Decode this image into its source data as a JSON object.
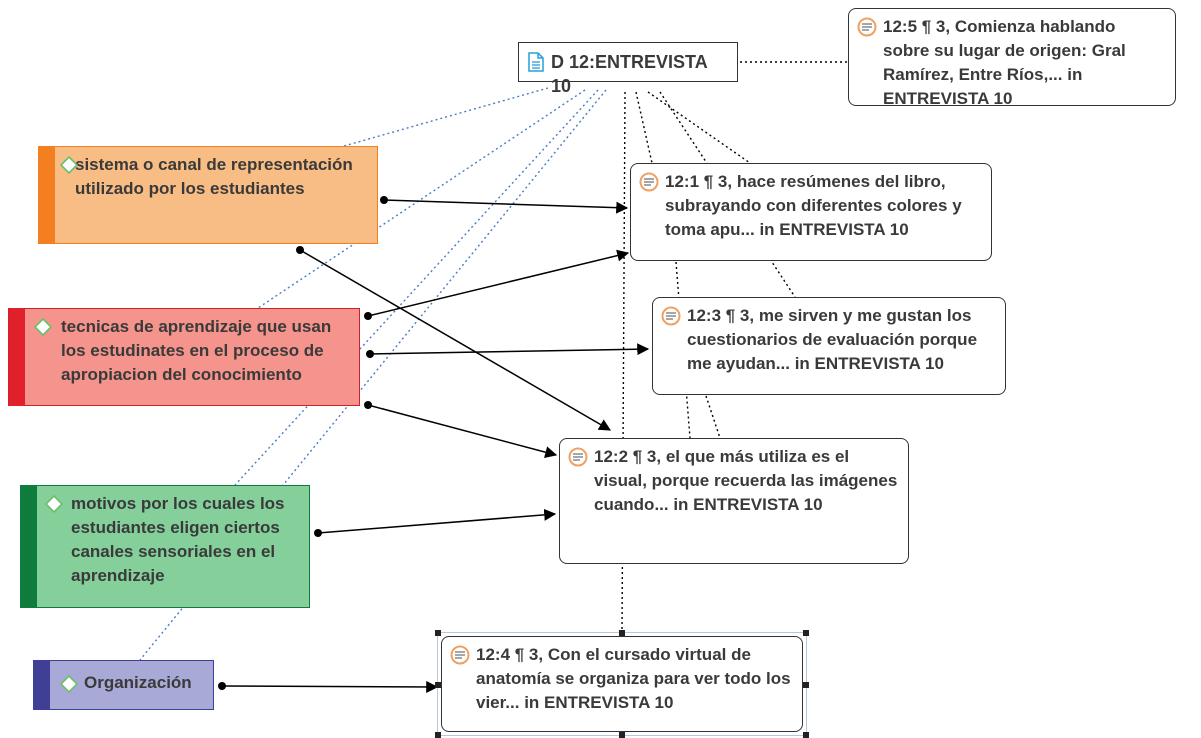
{
  "document": {
    "label": "D 12:ENTREVISTA 10",
    "icon": "document-icon"
  },
  "quotations": [
    {
      "id": "q125",
      "text": "12:5 ¶ 3, Comienza  hablando sobre su lugar de origen: Gral Ramírez, Entre Ríos,... in ENTREVISTA 10",
      "icon": "quotation-icon"
    },
    {
      "id": "q121",
      "text": "12:1 ¶ 3, hace resúmenes del libro, subrayando con diferentes colores y toma apu... in ENTREVISTA 10",
      "icon": "quotation-icon"
    },
    {
      "id": "q123",
      "text": "12:3 ¶ 3, me sirven y me gustan los cuestionarios de evaluación porque me ayudan... in ENTREVISTA 10",
      "icon": "quotation-icon"
    },
    {
      "id": "q122",
      "text": "12:2 ¶ 3, el que más utiliza es  el visual,  porque recuerda las imágenes cuando... in ENTREVISTA 10",
      "icon": "quotation-icon"
    },
    {
      "id": "q124",
      "text": "12:4 ¶ 3, Con el cursado virtual de anatomía se organiza  para ver todo los vier... in ENTREVISTA 10",
      "icon": "quotation-icon",
      "selected": true
    }
  ],
  "codes": [
    {
      "id": "c_sistema",
      "text": "sistema o canal de representación utilizado por los estudiantes",
      "color": "#f8bd84",
      "bar_color": "#f47f20",
      "border": "#f47f20",
      "icon": "code-diamond-icon"
    },
    {
      "id": "c_tecnicas",
      "text": "tecnicas de aprendizaje que usan los estudinates en el proceso de apropiacion del conocimiento",
      "color": "#f4948c",
      "bar_color": "#e0202a",
      "border": "#d0202a",
      "icon": "code-diamond-icon"
    },
    {
      "id": "c_motivos",
      "text": "motivos por los cuales los estudiantes eligen ciertos canales sensoriales en el aprendizaje",
      "color": "#84cf9a",
      "bar_color": "#0e7c3d",
      "border": "#0e7c3d",
      "icon": "code-diamond-icon"
    },
    {
      "id": "c_organizacion",
      "text": "Organización",
      "color": "#a9a9d8",
      "bar_color": "#3f3f96",
      "border": "#3f3f96",
      "icon": "code-diamond-icon"
    }
  ],
  "colors": {
    "link_blue": "#4a7cc0",
    "link_black": "#000000",
    "quote_icon_ring": "#f0a060",
    "doc_icon": "#2a9fd6"
  }
}
